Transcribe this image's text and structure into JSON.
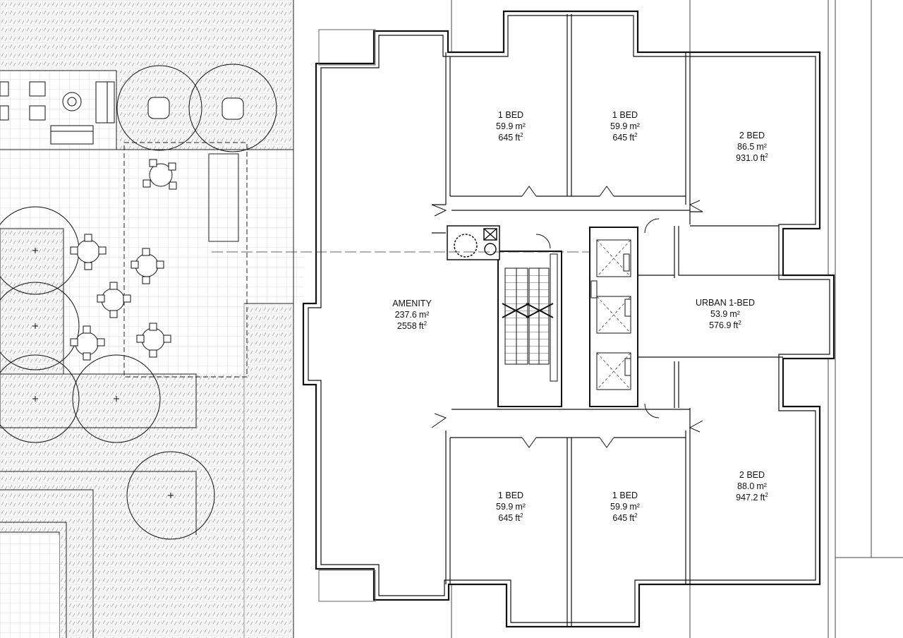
{
  "units": [
    {
      "id": "amenity",
      "name": "AMENITY",
      "area_m2": "237.6",
      "area_ft2": "2558"
    },
    {
      "id": "bed-nw",
      "name": "1 BED",
      "area_m2": "59.9",
      "area_ft2": "645"
    },
    {
      "id": "bed-nc",
      "name": "1 BED",
      "area_m2": "59.9",
      "area_ft2": "645"
    },
    {
      "id": "bed2-ne",
      "name": "2 BED",
      "area_m2": "86.5",
      "area_ft2": "931.0"
    },
    {
      "id": "urban",
      "name": "URBAN 1-BED",
      "area_m2": "53.9",
      "area_ft2": "576.9"
    },
    {
      "id": "bed-sw",
      "name": "1 BED",
      "area_m2": "59.9",
      "area_ft2": "645"
    },
    {
      "id": "bed-sc",
      "name": "1 BED",
      "area_m2": "59.9",
      "area_ft2": "645"
    },
    {
      "id": "bed2-se",
      "name": "2 BED",
      "area_m2": "88.0",
      "area_ft2": "947.2"
    }
  ],
  "units_text": {
    "m2": "m²",
    "ft": "ft",
    "ft_exp": "2"
  },
  "colors": {
    "line": "#111111",
    "hatch": "#b9b9b9",
    "grid": "#d2d2d2",
    "paver": "#f4f4f4"
  }
}
